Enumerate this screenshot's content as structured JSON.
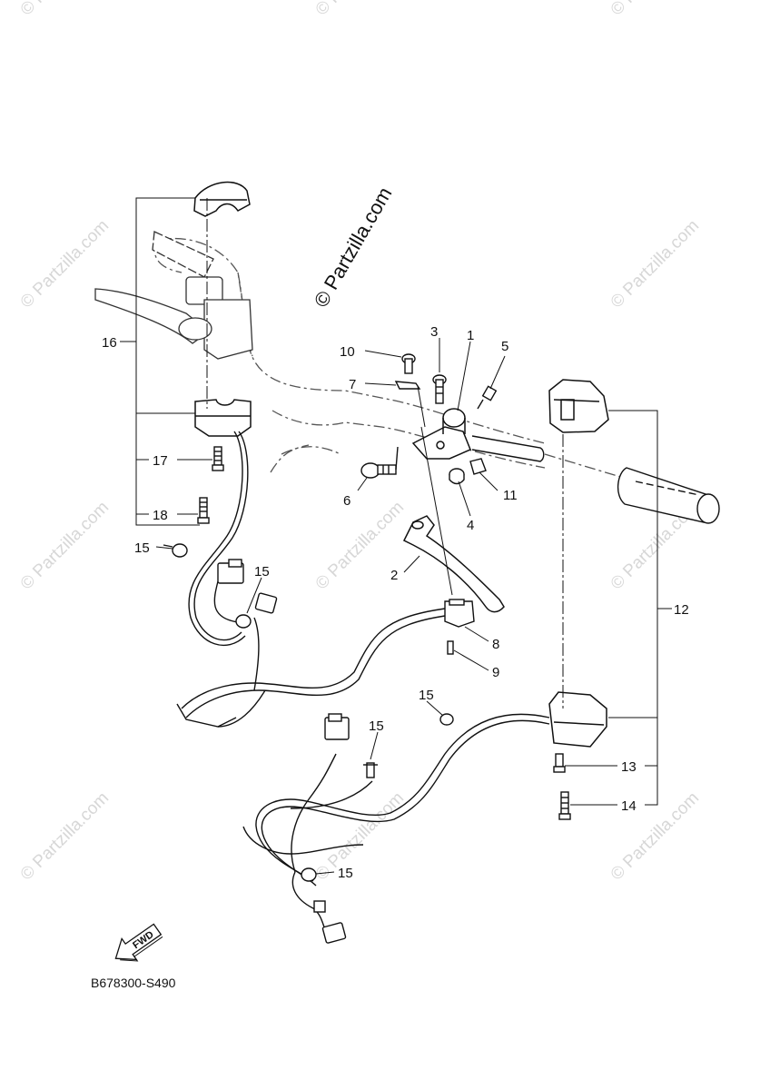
{
  "diagram": {
    "code": "B678300-S490",
    "watermark": "© Partzilla.com",
    "fwd_label": "FWD",
    "callouts": {
      "c1": "1",
      "c2": "2",
      "c3": "3",
      "c4": "4",
      "c5": "5",
      "c6": "6",
      "c7": "7",
      "c8": "8",
      "c9": "9",
      "c10": "10",
      "c11": "11",
      "c12": "12",
      "c13": "13",
      "c14": "14",
      "c15": "15",
      "c16": "16",
      "c17": "17",
      "c18": "18"
    }
  }
}
